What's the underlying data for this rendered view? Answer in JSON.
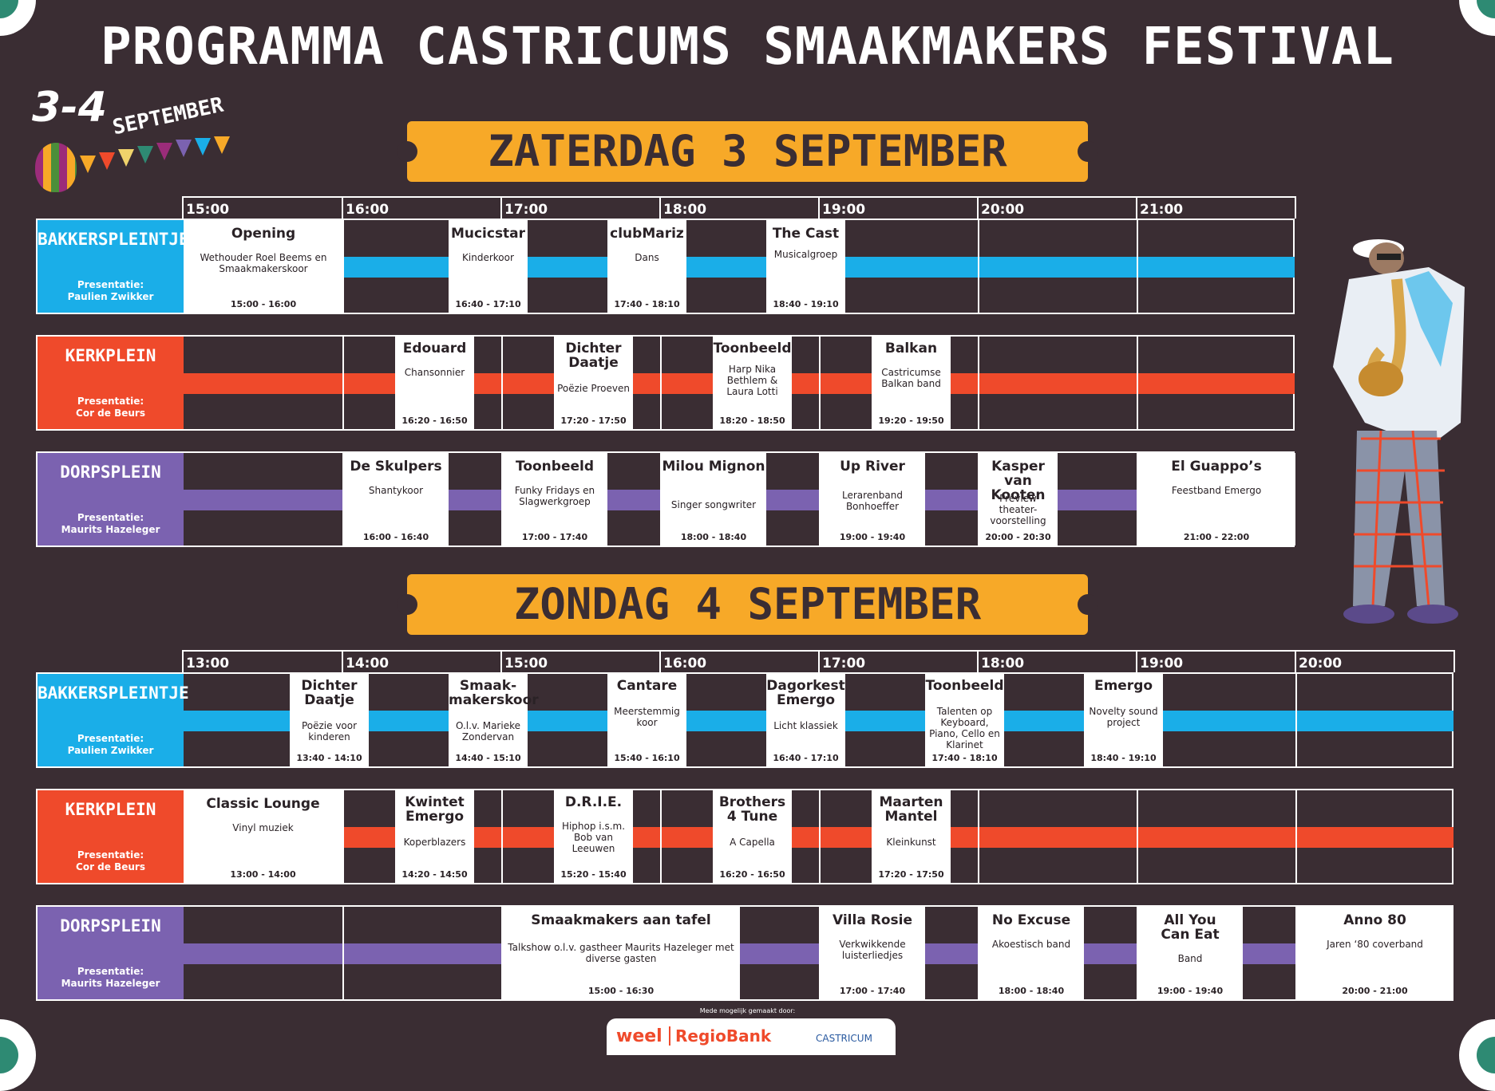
{
  "title": "PROGRAMMA CASTRICUMS SMAAKMAKERS FESTIVAL",
  "badge": {
    "dates": "3-4",
    "month": "SEPTEMBER"
  },
  "colors": {
    "background": "#3a2d33",
    "day_banner": "#f7a928",
    "bakkerspleintje": "#1aaee8",
    "kerkplein": "#ef4a2b",
    "dorpsplein": "#7b62b0"
  },
  "days": [
    {
      "title": "ZATERDAG 3 SEPTEMBER",
      "times": [
        "15:00",
        "16:00",
        "17:00",
        "18:00",
        "19:00",
        "20:00",
        "21:00"
      ],
      "stages": [
        {
          "name": "BAKKERSPLEINTJE",
          "host": "Presentatie:\nPaulien Zwikker",
          "color": "#1aaee8",
          "events": [
            {
              "name": "Opening",
              "desc": "Wethouder Roel Beems en Smaakmakerskoor",
              "time": "15:00 - 16:00"
            },
            {
              "name": "Mucicstar",
              "desc": "Kinderkoor",
              "time": "16:40 - 17:10"
            },
            {
              "name": "clubMariz",
              "desc": "Dans",
              "time": "17:40 - 18:10"
            },
            {
              "name": "The Cast",
              "desc": "Musicalgroep",
              "time": "18:40 - 19:10"
            }
          ]
        },
        {
          "name": "KERKPLEIN",
          "host": "Presentatie:\nCor de Beurs",
          "color": "#ef4a2b",
          "events": [
            {
              "name": "Edouard",
              "desc": "Chansonnier",
              "time": "16:20 - 16:50"
            },
            {
              "name": "Dichter Daatje",
              "desc": "Poëzie Proeven",
              "time": "17:20 - 17:50"
            },
            {
              "name": "Toonbeeld",
              "desc": "Harp Nika Bethlem & Laura Lotti",
              "time": "18:20 - 18:50"
            },
            {
              "name": "Balkan",
              "desc": "Castricumse Balkan band",
              "time": "19:20 - 19:50"
            }
          ]
        },
        {
          "name": "DORPSPLEIN",
          "host": "Presentatie:\nMaurits Hazeleger",
          "color": "#7b62b0",
          "events": [
            {
              "name": "De Skulpers",
              "desc": "Shantykoor",
              "time": "16:00 - 16:40"
            },
            {
              "name": "Toonbeeld",
              "desc": "Funky Fridays en Slagwerkgroep",
              "time": "17:00 - 17:40"
            },
            {
              "name": "Milou Mignon",
              "desc": "Singer songwriter",
              "time": "18:00 - 18:40"
            },
            {
              "name": "Up River",
              "desc": "Lerarenband Bonhoeffer",
              "time": "19:00 - 19:40"
            },
            {
              "name": "Kasper van Kooten",
              "desc": "Preview theater-voorstelling",
              "time": "20:00 - 20:30"
            },
            {
              "name": "El Guappo’s",
              "desc": "Feestband Emergo",
              "time": "21:00 - 22:00"
            }
          ]
        }
      ]
    },
    {
      "title": "ZONDAG 4 SEPTEMBER",
      "times": [
        "13:00",
        "14:00",
        "15:00",
        "16:00",
        "17:00",
        "18:00",
        "19:00",
        "20:00"
      ],
      "stages": [
        {
          "name": "BAKKERSPLEINTJE",
          "host": "Presentatie:\nPaulien Zwikker",
          "color": "#1aaee8",
          "events": [
            {
              "name": "Dichter Daatje",
              "desc": "Poëzie voor kinderen",
              "time": "13:40 - 14:10"
            },
            {
              "name": "Smaak-makerskoor",
              "desc": "O.l.v. Marieke Zondervan",
              "time": "14:40 - 15:10"
            },
            {
              "name": "Cantare",
              "desc": "Meerstemmig koor",
              "time": "15:40 - 16:10"
            },
            {
              "name": "Dagorkest Emergo",
              "desc": "Licht klassiek",
              "time": "16:40 - 17:10"
            },
            {
              "name": "Toonbeeld",
              "desc": "Talenten op Keyboard, Piano, Cello en Klarinet",
              "time": "17:40 - 18:10"
            },
            {
              "name": "Emergo",
              "desc": "Novelty sound project",
              "time": "18:40 - 19:10"
            }
          ]
        },
        {
          "name": "KERKPLEIN",
          "host": "Presentatie:\nCor de Beurs",
          "color": "#ef4a2b",
          "events": [
            {
              "name": "Classic Lounge",
              "desc": "Vinyl muziek",
              "time": "13:00 - 14:00"
            },
            {
              "name": "Kwintet Emergo",
              "desc": "Koperblazers",
              "time": "14:20 - 14:50"
            },
            {
              "name": "D.R.I.E.",
              "desc": "Hiphop i.s.m. Bob van Leeuwen",
              "time": "15:20 - 15:40"
            },
            {
              "name": "Brothers 4 Tune",
              "desc": "A Capella",
              "time": "16:20 - 16:50"
            },
            {
              "name": "Maarten Mantel",
              "desc": "Kleinkunst",
              "time": "17:20 - 17:50"
            }
          ]
        },
        {
          "name": "DORPSPLEIN",
          "host": "Presentatie:\nMaurits Hazeleger",
          "color": "#7b62b0",
          "events": [
            {
              "name": "Smaakmakers aan tafel",
              "desc": "Talkshow o.l.v. gastheer Maurits Hazeleger met diverse gasten",
              "time": "15:00 - 16:30"
            },
            {
              "name": "Villa Rosie",
              "desc": "Verkwikkende luisterliedjes",
              "time": "17:00 - 17:40"
            },
            {
              "name": "No Excuse",
              "desc": "Akoestisch band",
              "time": "18:00 - 18:40"
            },
            {
              "name": "All You Can Eat",
              "desc": "Band",
              "time": "19:00 - 19:40"
            },
            {
              "name": "Anno 80",
              "desc": "Jaren ‘80 coverband",
              "time": "20:00 - 21:00"
            }
          ]
        }
      ]
    }
  ],
  "credit": "Mede mogelijk gemaakt door:",
  "sponsors": {
    "first": "weel",
    "second": "RegioBank",
    "third": "CASTRICUM"
  }
}
